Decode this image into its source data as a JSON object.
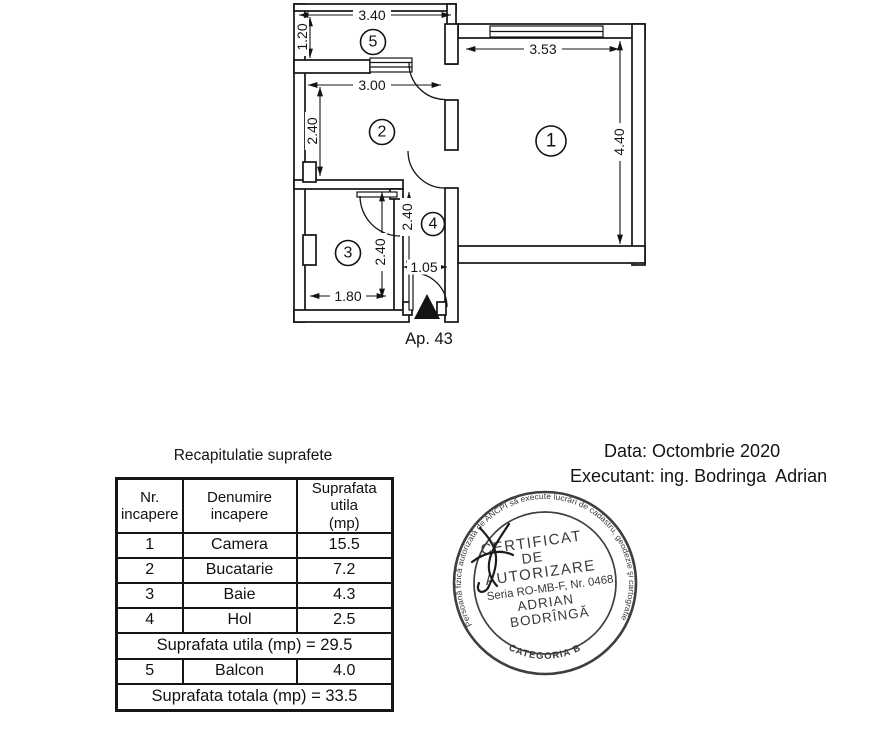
{
  "page": {
    "background": "#ffffff",
    "ink": "#141414"
  },
  "plan": {
    "entrance_label": "Ap. 43",
    "rooms": [
      {
        "number": "1",
        "name": "Camera",
        "width_label": "3.53",
        "depth_label": "4.40"
      },
      {
        "number": "2",
        "name": "Bucatarie",
        "width_label": "3.00",
        "depth_label": "2.40"
      },
      {
        "number": "3",
        "name": "Baie",
        "width_label": "1.80",
        "depth_label": "2.40"
      },
      {
        "number": "4",
        "name": "Hol",
        "width_label": "1.05",
        "depth_label": "2.40"
      },
      {
        "number": "5",
        "name": "Balcon",
        "width_label": "3.40",
        "depth_label": "1.20"
      }
    ]
  },
  "table": {
    "title": "Recapitulatie suprafete",
    "col_headers": [
      {
        "line1": "Nr.",
        "line2": "incapere"
      },
      {
        "line1": "Denumire",
        "line2": "incapere"
      },
      {
        "line1": "Suprafata utila",
        "line2": "(mp)"
      }
    ],
    "rows": [
      {
        "nr": "1",
        "name": "Camera",
        "area": "15.5"
      },
      {
        "nr": "2",
        "name": "Bucatarie",
        "area": "7.2"
      },
      {
        "nr": "3",
        "name": "Baie",
        "area": "4.3"
      },
      {
        "nr": "4",
        "name": "Hol",
        "area": "2.5"
      }
    ],
    "subtotal": "Suprafata utila (mp) = 29.5",
    "balcony_row": {
      "nr": "5",
      "name": "Balcon",
      "area": "4.0"
    },
    "total": "Suprafata totala (mp) = 33.5"
  },
  "info": {
    "date_line": "Data: Octombrie 2020",
    "executant_line": "Executant: ing. Bodringa  Adrian"
  },
  "stamp": {
    "ring_text": "Persoană fizică autorizată de ANCPI să execute lucrări de cadastru, geodezie şi cartografie",
    "title_line1": "CERTIFICAT",
    "title_line2": "DE",
    "title_line3": "AUTORIZARE",
    "serial": "Seria RO-MB-F, Nr. 0468.",
    "name_line1": "ADRIAN",
    "name_line2": "BODRÎNGĂ",
    "category": "CATEGORIA B",
    "ink_color": "#3a3a3a"
  }
}
